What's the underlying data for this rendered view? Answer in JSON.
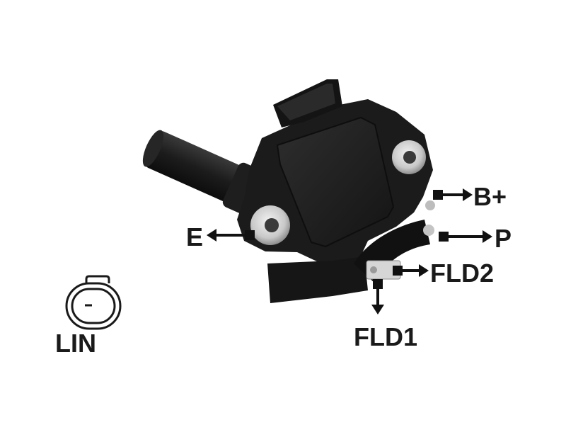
{
  "terminals": {
    "b_plus": "B+",
    "p": "P",
    "e": "E",
    "fld2": "FLD2",
    "fld1": "FLD1"
  },
  "connector": {
    "label": "LIN",
    "icon": "lin-connector-icon"
  },
  "colors": {
    "body": "#1b1b1b",
    "body_highlight": "#2c2c2c",
    "metal": "#d9d9d9",
    "arrow": "#111111",
    "label": "#1a1a1a"
  }
}
